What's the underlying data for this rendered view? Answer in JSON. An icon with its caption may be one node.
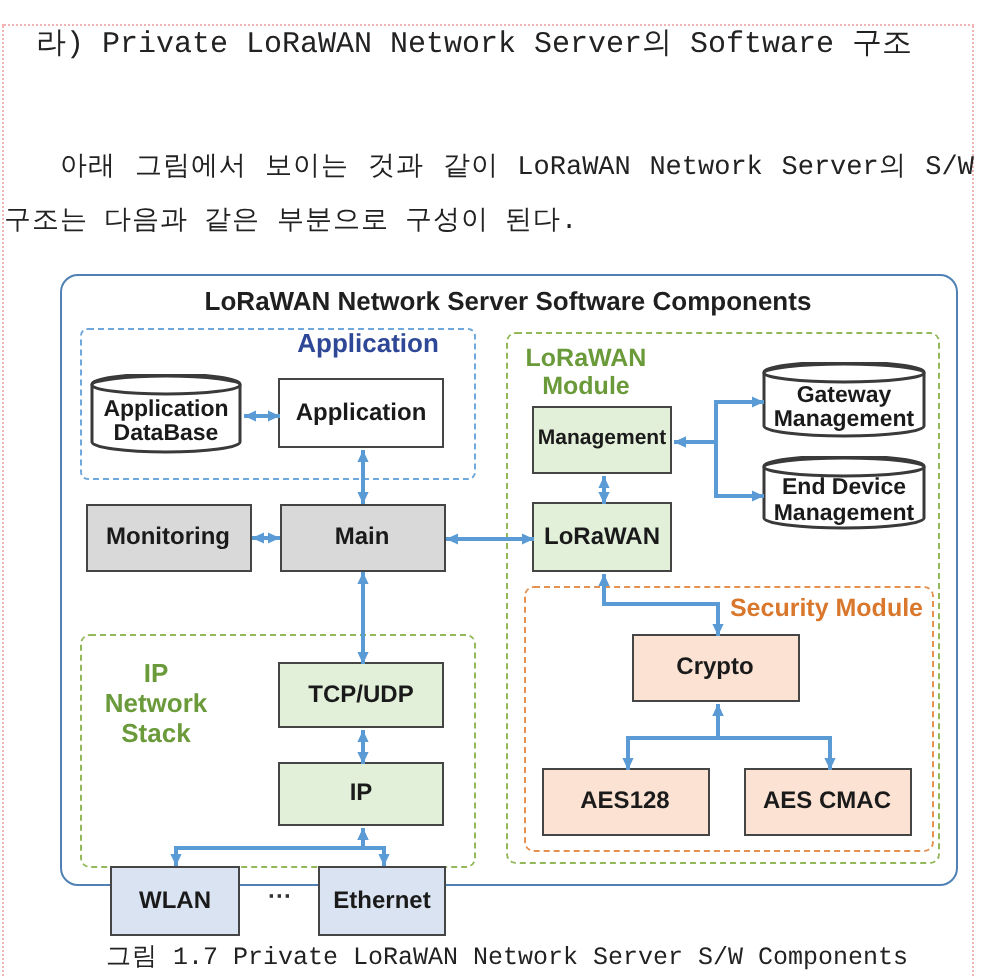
{
  "diagram": {
    "title": "라) Private LoRaWAN Network Server의 Software 구조",
    "caption": "그림 1.7 Private LoRaWAN Network Server S/W Components",
    "nodes": [
      {
        "text": [
          "LoRaWAN Network Server Software Components"
        ]
      },
      {
        "text": [
          "Application"
        ],
        "in": 0
      },
      {
        "text": [
          "Application DataBase"
        ],
        "in": 1
      },
      {
        "text": [
          "Application"
        ],
        "in": 1
      },
      {
        "text": [
          "Monitoring"
        ],
        "in": 0
      },
      {
        "text": [
          "Main"
        ],
        "in": 0
      },
      {
        "text": [
          "LoRaWAN Module"
        ],
        "in": 0
      },
      {
        "text": [
          "Management"
        ],
        "in": 6
      },
      {
        "text": [
          "Gateway Management"
        ],
        "in": 6
      },
      {
        "text": [
          "End Device Management"
        ],
        "in": 6
      },
      {
        "text": [
          "LoRaWAN"
        ],
        "in": 6
      },
      {
        "text": [
          "IP Network Stack"
        ],
        "in": 0
      },
      {
        "text": [
          "TCP/UDP"
        ],
        "in": 11
      },
      {
        "text": [
          "IP"
        ],
        "in": 11
      },
      {
        "text": [
          "Security Module"
        ],
        "in": 6
      },
      {
        "text": [
          "Crypto"
        ],
        "in": 14
      },
      {
        "text": [
          "AES128"
        ],
        "in": 14
      },
      {
        "text": [
          "AES CMAC"
        ],
        "in": 14
      },
      {
        "text": [
          "WLAN"
        ]
      },
      {
        "text": [
          "Ethernet"
        ]
      }
    ],
    "edges": [
      {
        "from": 2,
        "to": 3,
        "arrow": "both"
      },
      {
        "from": 3,
        "to": 5,
        "arrow": "both"
      },
      {
        "from": 4,
        "to": 5,
        "arrow": "both"
      },
      {
        "from": 5,
        "to": 10,
        "arrow": "both"
      },
      {
        "from": 7,
        "to": 8,
        "arrow": "both"
      },
      {
        "from": 7,
        "to": 9,
        "arrow": "both"
      },
      {
        "from": 7,
        "to": 10,
        "arrow": "both"
      },
      {
        "from": 10,
        "to": 15,
        "arrow": "both"
      },
      {
        "from": 15,
        "to": 16,
        "arrow": "both"
      },
      {
        "from": 15,
        "to": 17,
        "arrow": "both"
      },
      {
        "from": 5,
        "to": 12,
        "arrow": "both"
      },
      {
        "from": 12,
        "to": 13,
        "arrow": "both"
      },
      {
        "from": 13,
        "to": 18,
        "arrow": "both"
      },
      {
        "from": 13,
        "to": 19,
        "arrow": "both"
      }
    ],
    "labels": [
      "아래 그림에서 보이는 것과 같이 LoRaWAN Network Server의 S/W 구조는 다음과 같은 부분으로 구성이 된다.",
      "···"
    ]
  }
}
